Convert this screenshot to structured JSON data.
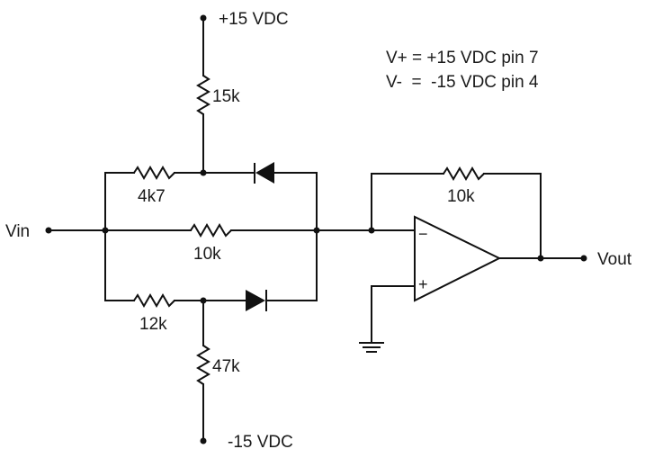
{
  "diagram": {
    "type": "op-amp precision rectifier / function shaper schematic",
    "notes": {
      "line1": "V+ = +15 VDC pin 7",
      "line2": "V-  =  -15 VDC pin 4"
    },
    "supplies": {
      "positive": "+15 VDC",
      "negative": "-15 VDC"
    },
    "ports": {
      "input": "Vin",
      "output": "Vout"
    },
    "components": {
      "r_pullup": "15k",
      "r_top_series": "4k7",
      "r_middle": "10k",
      "r_bottom_series": "12k",
      "r_pulldown": "47k",
      "r_feedback": "10k"
    },
    "opamp": {
      "inverting": "−",
      "noninverting": "+"
    },
    "colors": {
      "ink": "#111111",
      "background": "#ffffff"
    }
  }
}
